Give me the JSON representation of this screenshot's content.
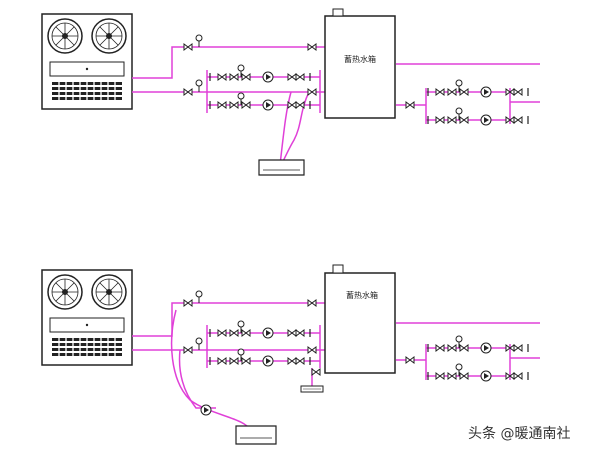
{
  "diagram": {
    "colors": {
      "pipe": "#e040d8",
      "equipment": "#222222",
      "background": "#ffffff"
    },
    "top_system": {
      "tank_label": "蓄热水箱"
    },
    "bottom_system": {
      "tank_label": "蓄热水箱"
    }
  },
  "watermark": {
    "text": "头条 @暖通南社"
  }
}
